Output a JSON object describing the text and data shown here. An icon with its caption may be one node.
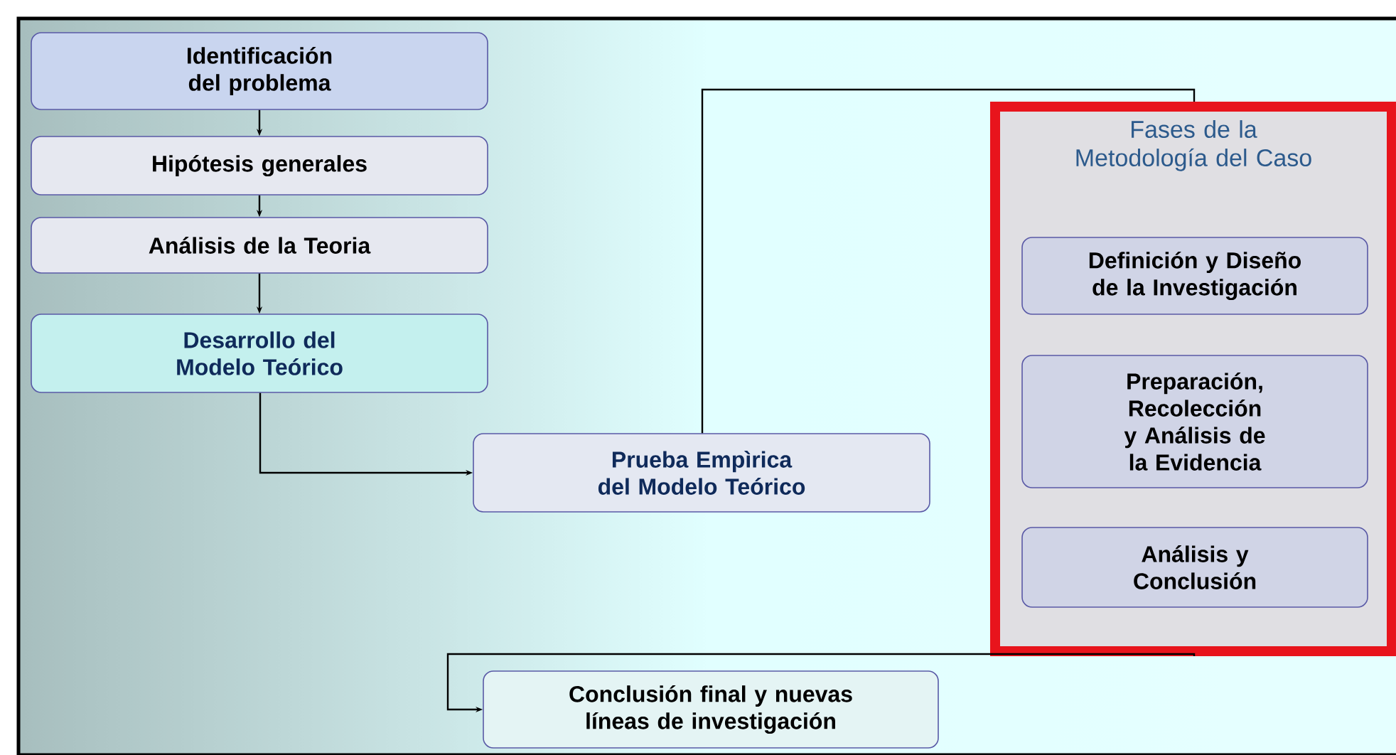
{
  "diagram": {
    "nodes": [
      {
        "text": [
          "Identificación del problema"
        ]
      },
      {
        "text": [
          "Hipótesis generales"
        ]
      },
      {
        "text": [
          "Análisis de la Teoria"
        ]
      },
      {
        "text": [
          "Desarrollo del Modelo Teórico"
        ]
      },
      {
        "text": [
          "Prueba Empìrica del Modelo Teórico"
        ]
      },
      {
        "text": [
          "Fases de la Metodología del Caso"
        ]
      },
      {
        "text": [
          "Definición y Diseño de la Investigación"
        ],
        "in": 5
      },
      {
        "text": [
          "Preparación, Recolección y Análisis de la Evidencia"
        ],
        "in": 5
      },
      {
        "text": [
          "Análisis y Conclusión"
        ],
        "in": 5
      },
      {
        "text": [
          "Conclusión final y nuevas líneas de investigación"
        ]
      }
    ],
    "edges": [
      {
        "from": 0,
        "to": 1,
        "arrow": "to"
      },
      {
        "from": 1,
        "to": 2,
        "arrow": "to"
      },
      {
        "from": 2,
        "to": 3,
        "arrow": "to"
      },
      {
        "from": 3,
        "to": 4,
        "arrow": "to"
      },
      {
        "from": 4,
        "to": 5,
        "arrow": "none"
      },
      {
        "from": 5,
        "to": 9,
        "arrow": "to"
      }
    ]
  }
}
